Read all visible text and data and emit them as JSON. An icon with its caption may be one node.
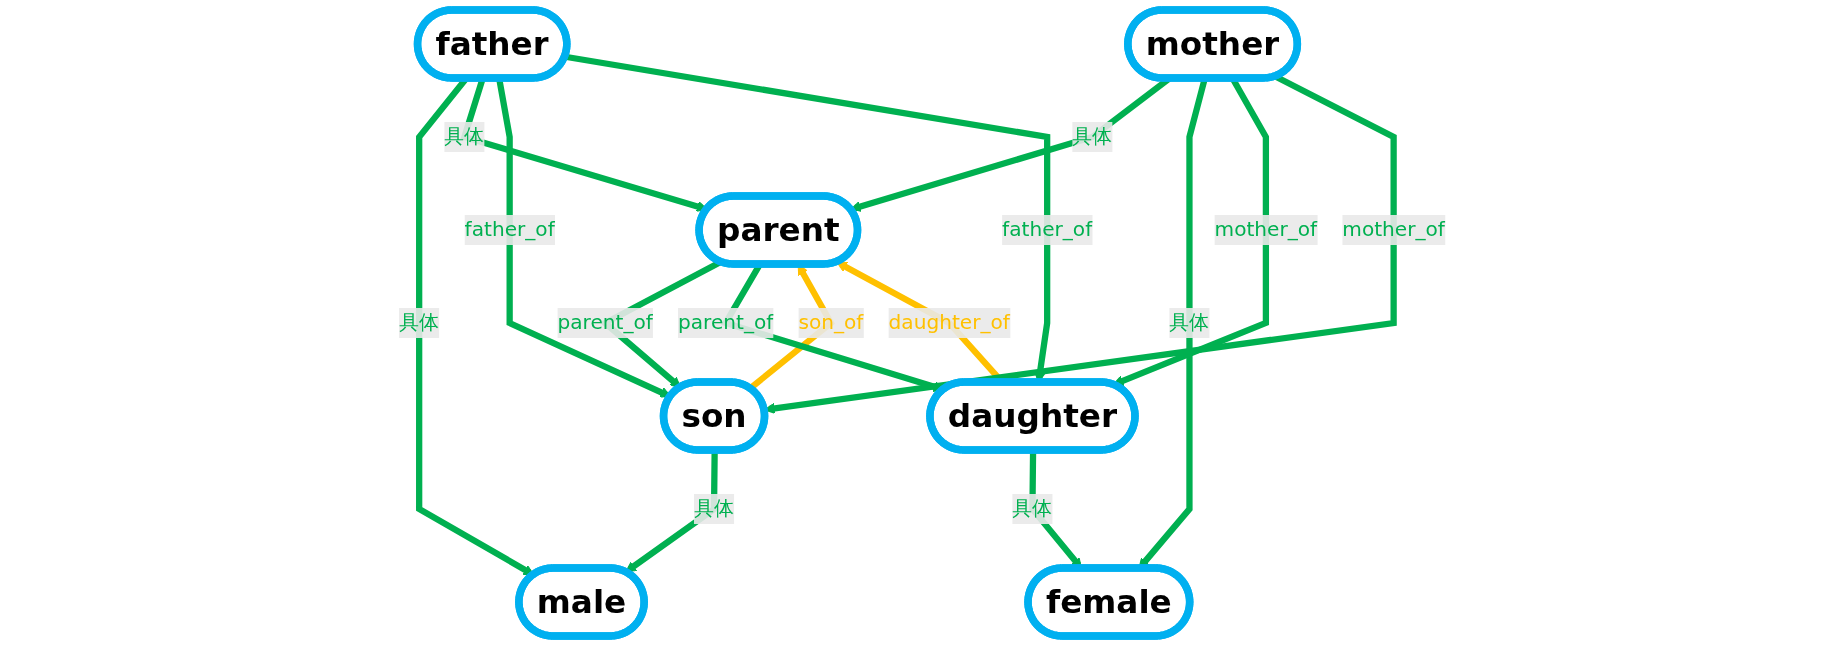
{
  "diagram": {
    "nodes": [
      {
        "text": [
          "male"
        ]
      },
      {
        "text": [
          "parent"
        ]
      },
      {
        "text": [
          "female"
        ]
      },
      {
        "text": [
          "son"
        ]
      },
      {
        "text": [
          "father"
        ]
      },
      {
        "text": [
          "mother"
        ]
      },
      {
        "text": [
          "daughter"
        ]
      }
    ],
    "edges": [
      {
        "from": 3,
        "to": 0,
        "arrow": "to",
        "label": "具体"
      },
      {
        "from": 4,
        "to": 0,
        "arrow": "to",
        "label": "具体"
      },
      {
        "from": 1,
        "to": 3,
        "arrow": "to",
        "label": "parent_of"
      },
      {
        "from": 3,
        "to": 1,
        "arrow": "to",
        "label": "son_of",
        "color": "#ffc000"
      },
      {
        "from": 4,
        "to": 1,
        "arrow": "to",
        "label": "具体"
      },
      {
        "from": 5,
        "to": 1,
        "arrow": "to",
        "label": "具体"
      },
      {
        "from": 1,
        "to": 6,
        "arrow": "to",
        "label": "parent_of"
      },
      {
        "from": 6,
        "to": 1,
        "arrow": "to",
        "label": "daughter_of",
        "color": "#ffc000"
      },
      {
        "from": 5,
        "to": 2,
        "arrow": "to",
        "label": "具体"
      },
      {
        "from": 6,
        "to": 2,
        "arrow": "to",
        "label": "具体"
      },
      {
        "from": 4,
        "to": 3,
        "arrow": "to",
        "label": "father_of"
      },
      {
        "from": 5,
        "to": 6,
        "arrow": "to",
        "label": "mother_of"
      },
      {
        "from": 5,
        "to": 3,
        "arrow": "to",
        "label": "mother_of"
      },
      {
        "from": 4,
        "to": 6,
        "arrow": "to",
        "label": "father_of"
      }
    ]
  }
}
